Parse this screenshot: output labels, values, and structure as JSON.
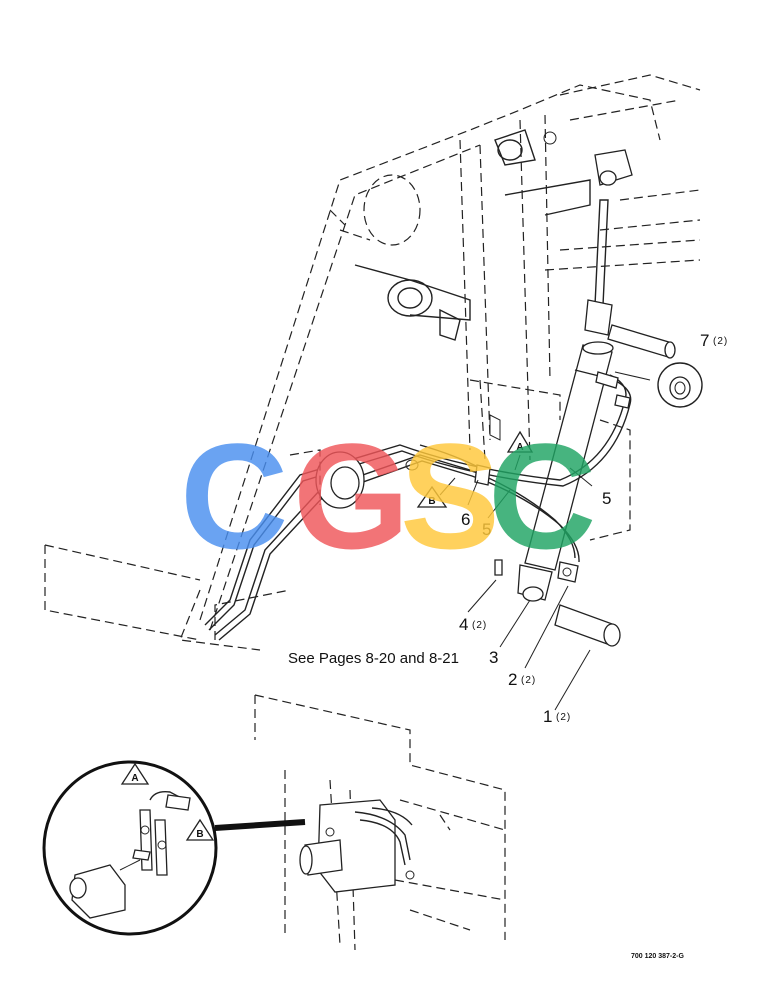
{
  "callouts": [
    {
      "num": "7",
      "qty": "(2)"
    },
    {
      "num": "5",
      "qty": ""
    },
    {
      "num": "6",
      "qty": ""
    },
    {
      "num": "5",
      "qty": ""
    },
    {
      "num": "4",
      "qty": "(2)"
    },
    {
      "num": "3",
      "qty": ""
    },
    {
      "num": "2",
      "qty": "(2)"
    },
    {
      "num": "1",
      "qty": "(2)"
    }
  ],
  "reference_note": "See Pages 8-20 and 8-21",
  "detail_markers": [
    "A",
    "B"
  ],
  "doc_number": "700 120 387-2-G",
  "watermark": {
    "letters": [
      "C",
      "G",
      "S",
      "C"
    ],
    "colors": [
      "#4a8ff0",
      "#f0565a",
      "#ffc83a",
      "#1fa463"
    ]
  }
}
